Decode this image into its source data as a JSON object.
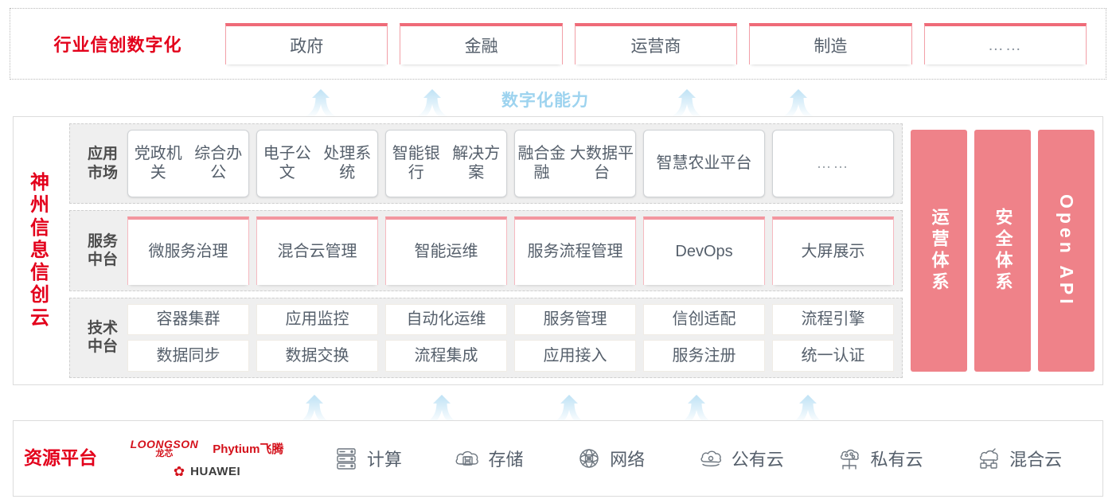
{
  "industry": {
    "title": "行业信创数字化",
    "cards": [
      {
        "label": "政府"
      },
      {
        "label": "金融"
      },
      {
        "label": "运营商"
      },
      {
        "label": "制造"
      },
      {
        "label": "……"
      }
    ]
  },
  "capability_band": {
    "label": "数字化能力",
    "arrow_icon": "up-arrow-icon",
    "upper_arrow_count": 4,
    "lower_arrow_count": 5,
    "arrow_color": "#bfe2f5"
  },
  "cloud": {
    "title": "神州信息信创云",
    "rows": [
      {
        "key": "application-market",
        "label": "应用市场",
        "style": "app",
        "cards": [
          {
            "label": "党政机关\n综合办公"
          },
          {
            "label": "电子公文\n处理系统"
          },
          {
            "label": "智能银行\n解决方案"
          },
          {
            "label": "融合金融\n大数据平台"
          },
          {
            "label": "智慧农业\n平台"
          },
          {
            "label": "……",
            "dots": true
          }
        ]
      },
      {
        "key": "service-mid-platform",
        "label": "服务中台",
        "style": "svc",
        "cards": [
          {
            "label": "微服务\n治理"
          },
          {
            "label": "混合云\n管理"
          },
          {
            "label": "智能运维"
          },
          {
            "label": "服务流程\n管理"
          },
          {
            "label": "DevOps"
          },
          {
            "label": "大屏展示"
          }
        ]
      },
      {
        "key": "technical-mid-platform",
        "label": "技术中台",
        "style": "tech",
        "columns": [
          {
            "top": "容器集群",
            "bottom": "数据同步"
          },
          {
            "top": "应用监控",
            "bottom": "数据交换"
          },
          {
            "top": "自动化运维",
            "bottom": "流程集成"
          },
          {
            "top": "服务管理",
            "bottom": "应用接入"
          },
          {
            "top": "信创适配",
            "bottom": "服务注册"
          },
          {
            "top": "流程引擎",
            "bottom": "统一认证"
          }
        ]
      }
    ],
    "pillars": [
      {
        "label": "运营体系",
        "latin": false
      },
      {
        "label": "安全体系",
        "latin": false
      },
      {
        "label": "Open API",
        "latin": true
      }
    ],
    "pillar_color": "#ef8289"
  },
  "resource": {
    "title": "资源平台",
    "vendors": [
      {
        "name": "LOONGSON",
        "name_cn": "龙芯",
        "type": "loongson"
      },
      {
        "name": "Phytium飞腾",
        "type": "phytium"
      },
      {
        "name": "HUAWEI",
        "type": "huawei"
      }
    ],
    "items": [
      {
        "label": "计算",
        "icon": "server-icon"
      },
      {
        "label": "存储",
        "icon": "cloud-storage-icon"
      },
      {
        "label": "网络",
        "icon": "network-mesh-icon"
      },
      {
        "label": "公有云",
        "icon": "public-cloud-icon"
      },
      {
        "label": "私有云",
        "icon": "private-cloud-icon"
      },
      {
        "label": "混合云",
        "icon": "hybrid-cloud-icon"
      }
    ]
  },
  "colors": {
    "brand_red": "#e3001b",
    "pink": "#ef8289",
    "card_pink_border": "#f3969f",
    "arrow_blue": "#bfe2f5",
    "band_gray": "#efefef",
    "text_gray": "#555f6b"
  }
}
